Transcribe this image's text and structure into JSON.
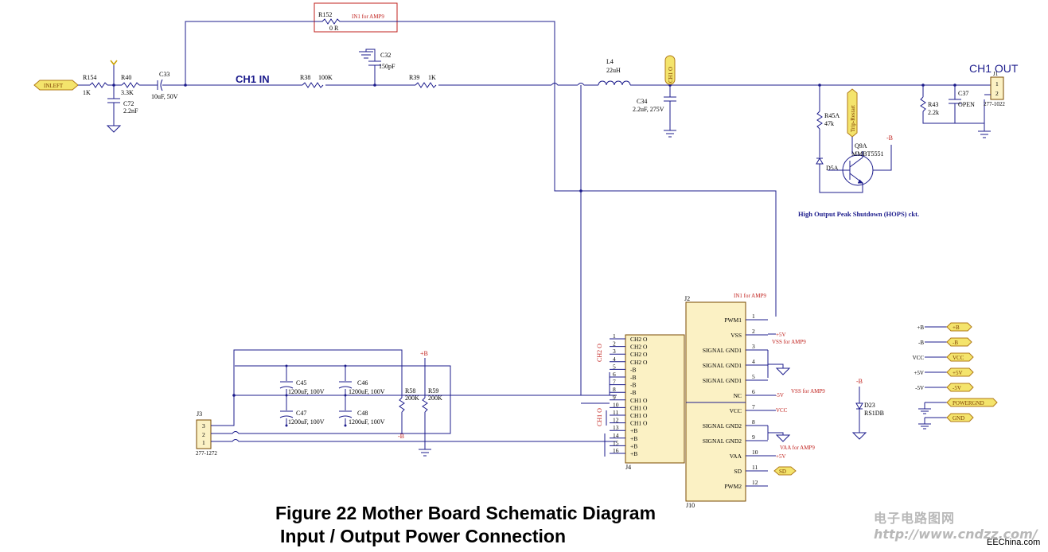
{
  "labels": {
    "inleft": "INLEFT",
    "ch1_in": "CH1 IN",
    "ch1_out": "CH1 OUT",
    "ch1o": "CH1 O",
    "trip_restart": "Trip-Restart",
    "hops": "High Output Peak Shutdown (HOPS) ckt.",
    "in1_amp9_top": "IN1 for AMP9",
    "in1_amp9_j2": "IN1 for AMP9",
    "vss_amp9": "VSS for AMP9",
    "vss_amp9_b": "VSS for AMP9",
    "vaa_amp9": "VAA for AMP9",
    "plus5v_a": "+5V",
    "minus5v_a": "-5V",
    "vcc_a": "VCC",
    "plus5v_b": "+5V",
    "plus_b_top": "+B",
    "minus_b_bot": "-B",
    "minus_b_q": "-B",
    "minus_b_d": "-B",
    "sd": "SD",
    "ch2o_side": "CH2 O",
    "ch1o_side": "CH1 O"
  },
  "components": {
    "r154": {
      "ref": "R154",
      "val": "1K"
    },
    "r40": {
      "ref": "R40",
      "val": "3.3K"
    },
    "c72": {
      "ref": "C72",
      "val": "2.2nF"
    },
    "c33": {
      "ref": "C33",
      "val": "10uF, 50V"
    },
    "r152": {
      "ref": "R152",
      "val": "0 R"
    },
    "c32": {
      "ref": "C32",
      "val": "150pF"
    },
    "r38": {
      "ref": "R38",
      "val": "100K"
    },
    "r39": {
      "ref": "R39",
      "val": "1K"
    },
    "l4": {
      "ref": "L4",
      "val": "22uH"
    },
    "c34": {
      "ref": "C34",
      "val": "2.2uF, 275V"
    },
    "r45a": {
      "ref": "R45A",
      "val": "47k"
    },
    "d5a": {
      "ref": "D5A",
      "val": ""
    },
    "q9a": {
      "ref": "Q9A",
      "val": "MMBT5551"
    },
    "r43": {
      "ref": "R43",
      "val": "2.2k"
    },
    "c37": {
      "ref": "C37",
      "val": "OPEN"
    },
    "j1": {
      "ref": "J1",
      "val": "277-1022",
      "pins": [
        "1",
        "2"
      ]
    },
    "c45": {
      "ref": "C45",
      "val": "1200uF, 100V"
    },
    "c46": {
      "ref": "C46",
      "val": "1200uF, 100V"
    },
    "c47": {
      "ref": "C47",
      "val": "1200uF, 100V"
    },
    "c48": {
      "ref": "C48",
      "val": "1200uF, 100V"
    },
    "r58": {
      "ref": "R58",
      "val": "200K"
    },
    "r59": {
      "ref": "R59",
      "val": "200K"
    },
    "j3": {
      "ref": "J3",
      "val": "277-1272",
      "pins": [
        "3",
        "2",
        "1"
      ]
    },
    "d23": {
      "ref": "D23",
      "val": "RS1DB"
    }
  },
  "j4": {
    "ref": "J4",
    "pins": [
      {
        "num": "1",
        "name": "CH2 O"
      },
      {
        "num": "2",
        "name": "CH2 O"
      },
      {
        "num": "3",
        "name": "CH2 O"
      },
      {
        "num": "4",
        "name": "CH2 O"
      },
      {
        "num": "5",
        "name": "-B"
      },
      {
        "num": "6",
        "name": "-B"
      },
      {
        "num": "7",
        "name": "-B"
      },
      {
        "num": "8",
        "name": "-B"
      },
      {
        "num": "9",
        "name": "CH1 O"
      },
      {
        "num": "10",
        "name": "CH1 O"
      },
      {
        "num": "11",
        "name": "CH1 O"
      },
      {
        "num": "12",
        "name": "CH1 O"
      },
      {
        "num": "13",
        "name": "+B"
      },
      {
        "num": "14",
        "name": "+B"
      },
      {
        "num": "15",
        "name": "+B"
      },
      {
        "num": "16",
        "name": "+B"
      }
    ]
  },
  "j2": {
    "ref_top": "J2",
    "ref_bot": "J10",
    "pins": [
      {
        "num": "1",
        "name": "PWM1"
      },
      {
        "num": "2",
        "name": "VSS"
      },
      {
        "num": "3",
        "name": "SIGNAL GND1"
      },
      {
        "num": "4",
        "name": "SIGNAL GND1"
      },
      {
        "num": "5",
        "name": "SIGNAL GND1"
      },
      {
        "num": "6",
        "name": "NC"
      },
      {
        "num": "7",
        "name": "VCC"
      },
      {
        "num": "8",
        "name": "SIGNAL GND2"
      },
      {
        "num": "9",
        "name": "SIGNAL GND2"
      },
      {
        "num": "10",
        "name": "VAA"
      },
      {
        "num": "11",
        "name": "SD"
      },
      {
        "num": "12",
        "name": "PWM2"
      }
    ]
  },
  "net_map": [
    {
      "left": "+B",
      "tag": "+B"
    },
    {
      "left": "-B",
      "tag": "-B"
    },
    {
      "left": "VCC",
      "tag": "VCC"
    },
    {
      "left": "+5V",
      "tag": "+5V"
    },
    {
      "left": "-5V",
      "tag": "-5V"
    },
    {
      "left": "",
      "tag": "POWERGND"
    },
    {
      "left": "",
      "tag": "GND"
    }
  ],
  "caption": {
    "line1": "Figure 22 Mother Board Schematic Diagram",
    "line2": "Input / Output Power Connection"
  },
  "watermark": {
    "line1": "电子电路图网",
    "line2": "http://www.cndzz.com/",
    "line3": "EEChina.com"
  },
  "colors": {
    "wire": "#1c1c8c",
    "port_fill": "#f4e46c",
    "ic_fill": "#fbf1c4",
    "red_text": "#c0201c"
  }
}
